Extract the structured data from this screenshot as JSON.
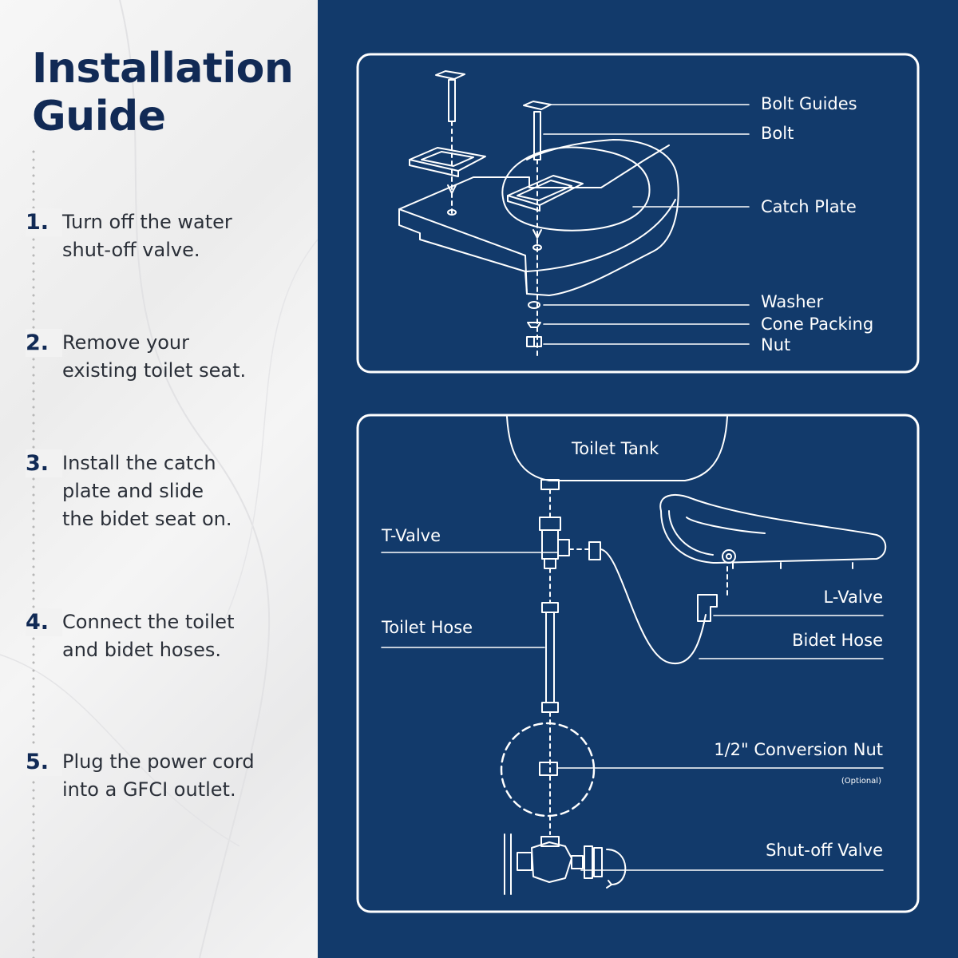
{
  "title_lines": [
    "Installation",
    "Guide"
  ],
  "steps": [
    {
      "num": "1.",
      "lines": [
        "Turn off the water",
        "shut-off valve."
      ]
    },
    {
      "num": "2.",
      "lines": [
        "Remove your",
        "existing toilet seat."
      ]
    },
    {
      "num": "3.",
      "lines": [
        "Install the catch",
        "plate and slide",
        "the bidet seat on."
      ]
    },
    {
      "num": "4.",
      "lines": [
        "Connect the toilet",
        "and bidet hoses."
      ]
    },
    {
      "num": "5.",
      "lines": [
        "Plug the power cord",
        "into a GFCI outlet."
      ]
    }
  ],
  "seat_diagram": {
    "labels": {
      "bolt_guides": "Bolt Guides",
      "bolt": "Bolt",
      "catch_plate": "Catch Plate",
      "washer": "Washer",
      "cone_packing": "Cone Packing",
      "nut": "Nut"
    }
  },
  "hose_diagram": {
    "labels": {
      "toilet_tank": "Toilet Tank",
      "t_valve": "T-Valve",
      "toilet_hose": "Toilet Hose",
      "l_valve": "L-Valve",
      "bidet_hose": "Bidet Hose",
      "conversion_nut": "1/2\" Conversion Nut",
      "optional": "(Optional)",
      "shutoff_valve": "Shut-off Valve"
    }
  },
  "colors": {
    "navy": "#123a6b",
    "title": "#112a55",
    "line": "#ffffff"
  }
}
